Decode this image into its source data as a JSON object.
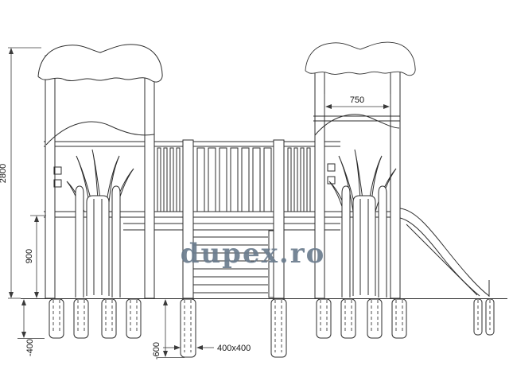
{
  "watermark": {
    "text": "dupex.ro",
    "color": "#6b7c8e"
  },
  "dimensions": {
    "overall_height": "2800",
    "platform_height": "900",
    "tower_width": "750",
    "foundation_depth_outer": "-400",
    "foundation_depth_center": "-600",
    "foundation_size": "400x400"
  }
}
